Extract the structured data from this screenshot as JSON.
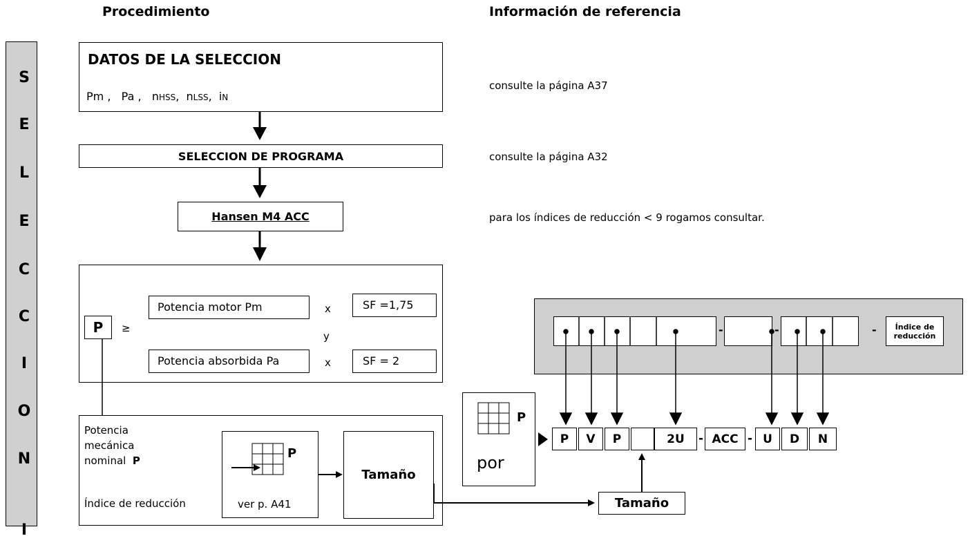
{
  "headers": {
    "procedure": "Procedimiento",
    "reference": "Información de referencia"
  },
  "side_letters": [
    "S",
    "E",
    "L",
    "E",
    "C",
    "C",
    "I",
    "O",
    "N",
    "I"
  ],
  "datos": {
    "title": "DATOS DE LA SELECCION",
    "params": [
      "Pm ,",
      "Pa ,",
      "n",
      "HSS",
      ",",
      "n",
      "LSS",
      ",",
      "i",
      "N"
    ]
  },
  "programa": {
    "title": "SELECCION DE PROGRAMA"
  },
  "product": {
    "label": "Hansen M4 ACC"
  },
  "references": [
    "consulte la página A37",
    "consulte la página A32",
    "para los índices de reducción < 9 rogamos consultar."
  ],
  "condition": {
    "p_label": "P",
    "ge": "≥",
    "motor_label": "Potencia motor  Pm",
    "absorbed_label": "Potencia absorbida  Pa",
    "times": "x",
    "and": "y",
    "sf_motor": "SF =1,75",
    "sf_absorbed": "SF = 2"
  },
  "mechanical": {
    "line1": "Potencia",
    "line2": "mecánica",
    "line3": "nominal",
    "p_label": "P",
    "ratio_label": "Índice de reducción",
    "table_p": "P",
    "see_page": "ver p. A41",
    "size_label": "Tamaño"
  },
  "por_box": {
    "p_label": "P",
    "por": "por"
  },
  "code": {
    "cells1": [
      "P",
      "V",
      "P",
      "",
      "2U"
    ],
    "dash": "-",
    "acc": "ACC",
    "cells2": [
      "U",
      "D",
      "N"
    ],
    "ratio_label": "Índice de reducción",
    "size_label": "Tamaño"
  },
  "colors": {
    "panel_gray": "#cfcfcf",
    "line": "#000000"
  }
}
